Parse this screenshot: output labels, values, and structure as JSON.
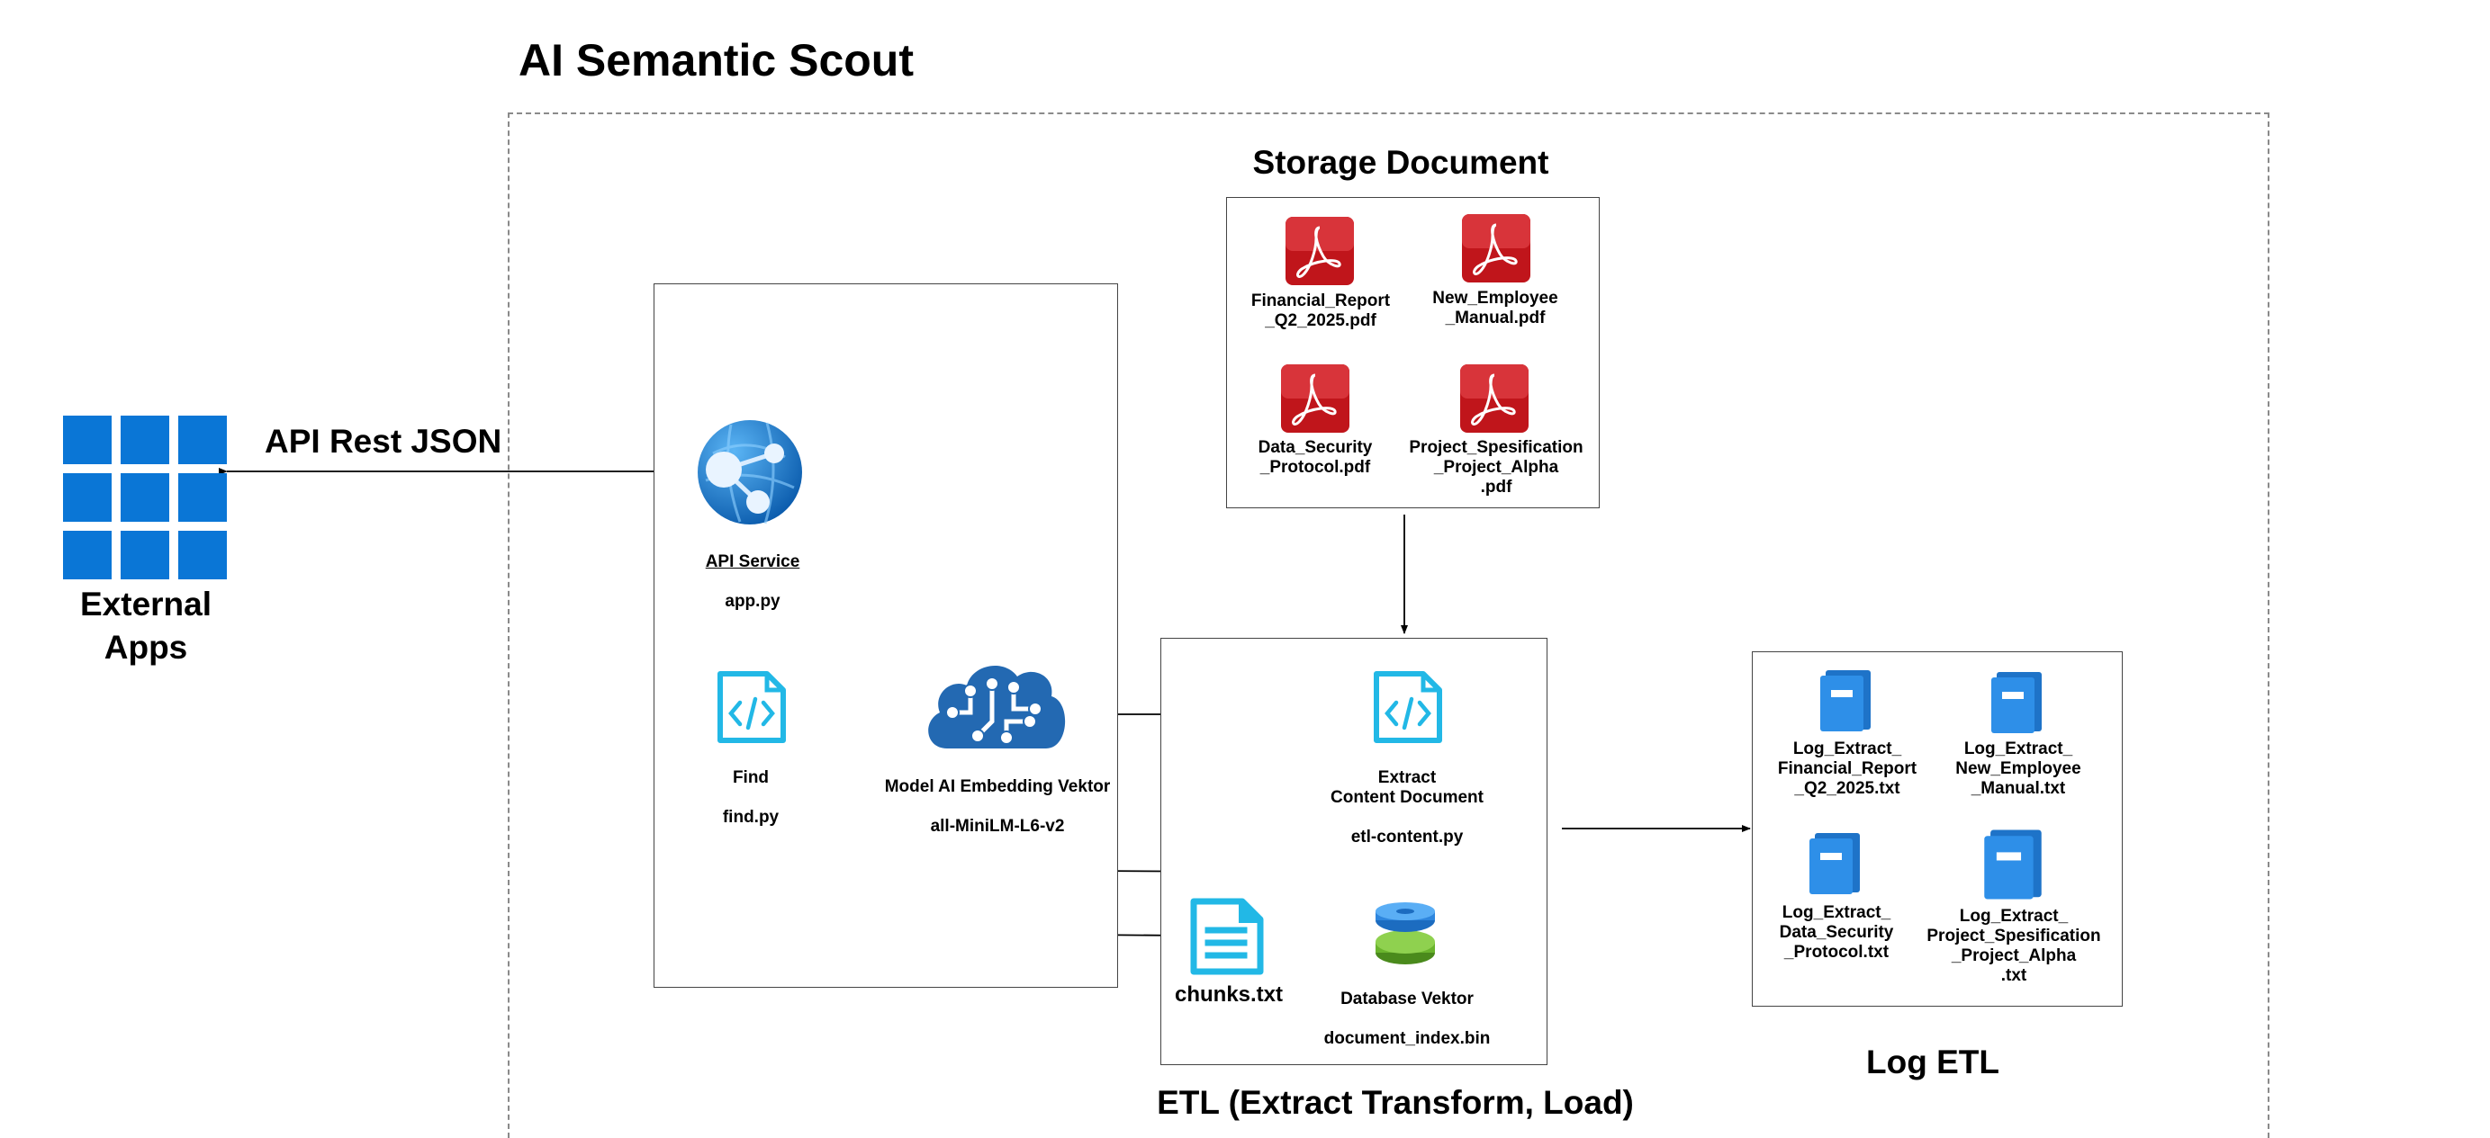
{
  "title": "AI Semantic Scout",
  "external_apps": {
    "label": "External\nApps",
    "link_label": "API Rest JSON"
  },
  "api_service": {
    "name": "API Service",
    "file": "app.py"
  },
  "find": {
    "name": "Find",
    "file": "find.py"
  },
  "model": {
    "name": "Model AI Embedding Vektor",
    "file": "all-MiniLM-L6-v2"
  },
  "storage": {
    "title": "Storage Document",
    "files": [
      "Financial_Report\n_Q2_2025.pdf",
      "New_Employee\n_Manual.pdf",
      "Data_Security\n_Protocol.pdf",
      "Project_Spesification\n_Project_Alpha\n.pdf"
    ]
  },
  "etl": {
    "title": "ETL (Extract Transform, Load)",
    "extract": {
      "name": "Extract\nContent Document",
      "file": "etl-content.py"
    },
    "database": {
      "name": "Database Vektor",
      "file": "document_index.bin"
    },
    "chunks": "chunks.txt"
  },
  "log": {
    "title": "Log ETL",
    "files": [
      "Log_Extract_\nFinancial_Report\n_Q2_2025.txt",
      "Log_Extract_\nNew_Employee\n_Manual.txt",
      "Log_Extract_\nData_Security\n_Protocol.txt",
      "Log_Extract_\nProject_Spesification\n_Project_Alpha\n.txt"
    ]
  },
  "colors": {
    "azure_blue": "#0078d4",
    "pdf_red": "#c0151b",
    "code_cyan": "#22b8e6",
    "db_green": "#6ab42d"
  }
}
